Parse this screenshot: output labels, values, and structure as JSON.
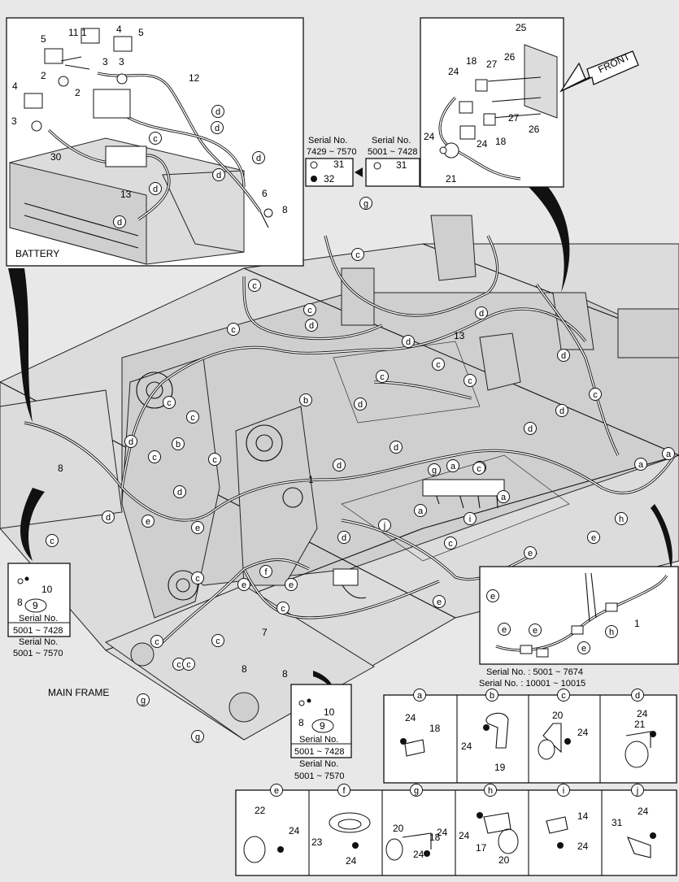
{
  "labels": {
    "battery": "BATTERY",
    "main_frame": "MAIN FRAME",
    "front": "FRONT"
  },
  "serial": {
    "top_left_head": "Serial No.",
    "top_left_range": "7429 ~ 7570",
    "top_right_head": "Serial No.",
    "top_right_range": "5001 ~ 7428",
    "left_inset_serial": "Serial No.",
    "left_inset_range": "5001 ~ 7428",
    "left_under_head": "Serial No.",
    "left_under_range": "5001 ~ 7570",
    "mid_inset_serial": "Serial No.",
    "mid_inset_range": "5001 ~ 7428",
    "mid_under_head": "Serial No.",
    "mid_under_range": "5001 ~ 7570",
    "right_line1": "Serial No. : 5001 ~ 7674",
    "right_line2": "Serial No. : 10001 ~ 10015"
  },
  "parts": {
    "p1": "1",
    "p2": "2",
    "p3": "3",
    "p4": "4",
    "p5": "5",
    "p6": "6",
    "p7": "7",
    "p8": "8",
    "p9": "9",
    "p10": "10",
    "p11": "11",
    "p12": "12",
    "p13": "13",
    "p14": "14",
    "p17": "17",
    "p18": "18",
    "p19": "19",
    "p20": "20",
    "p21": "21",
    "p22": "22",
    "p23": "23",
    "p24": "24",
    "p25": "25",
    "p26": "26",
    "p27": "27",
    "p30": "30",
    "p31": "31",
    "p32": "32"
  },
  "clamps": {
    "a": "a",
    "b": "b",
    "c": "c",
    "d": "d",
    "e": "e",
    "f": "f",
    "g": "g",
    "h": "h",
    "i": "i",
    "j": "j"
  }
}
